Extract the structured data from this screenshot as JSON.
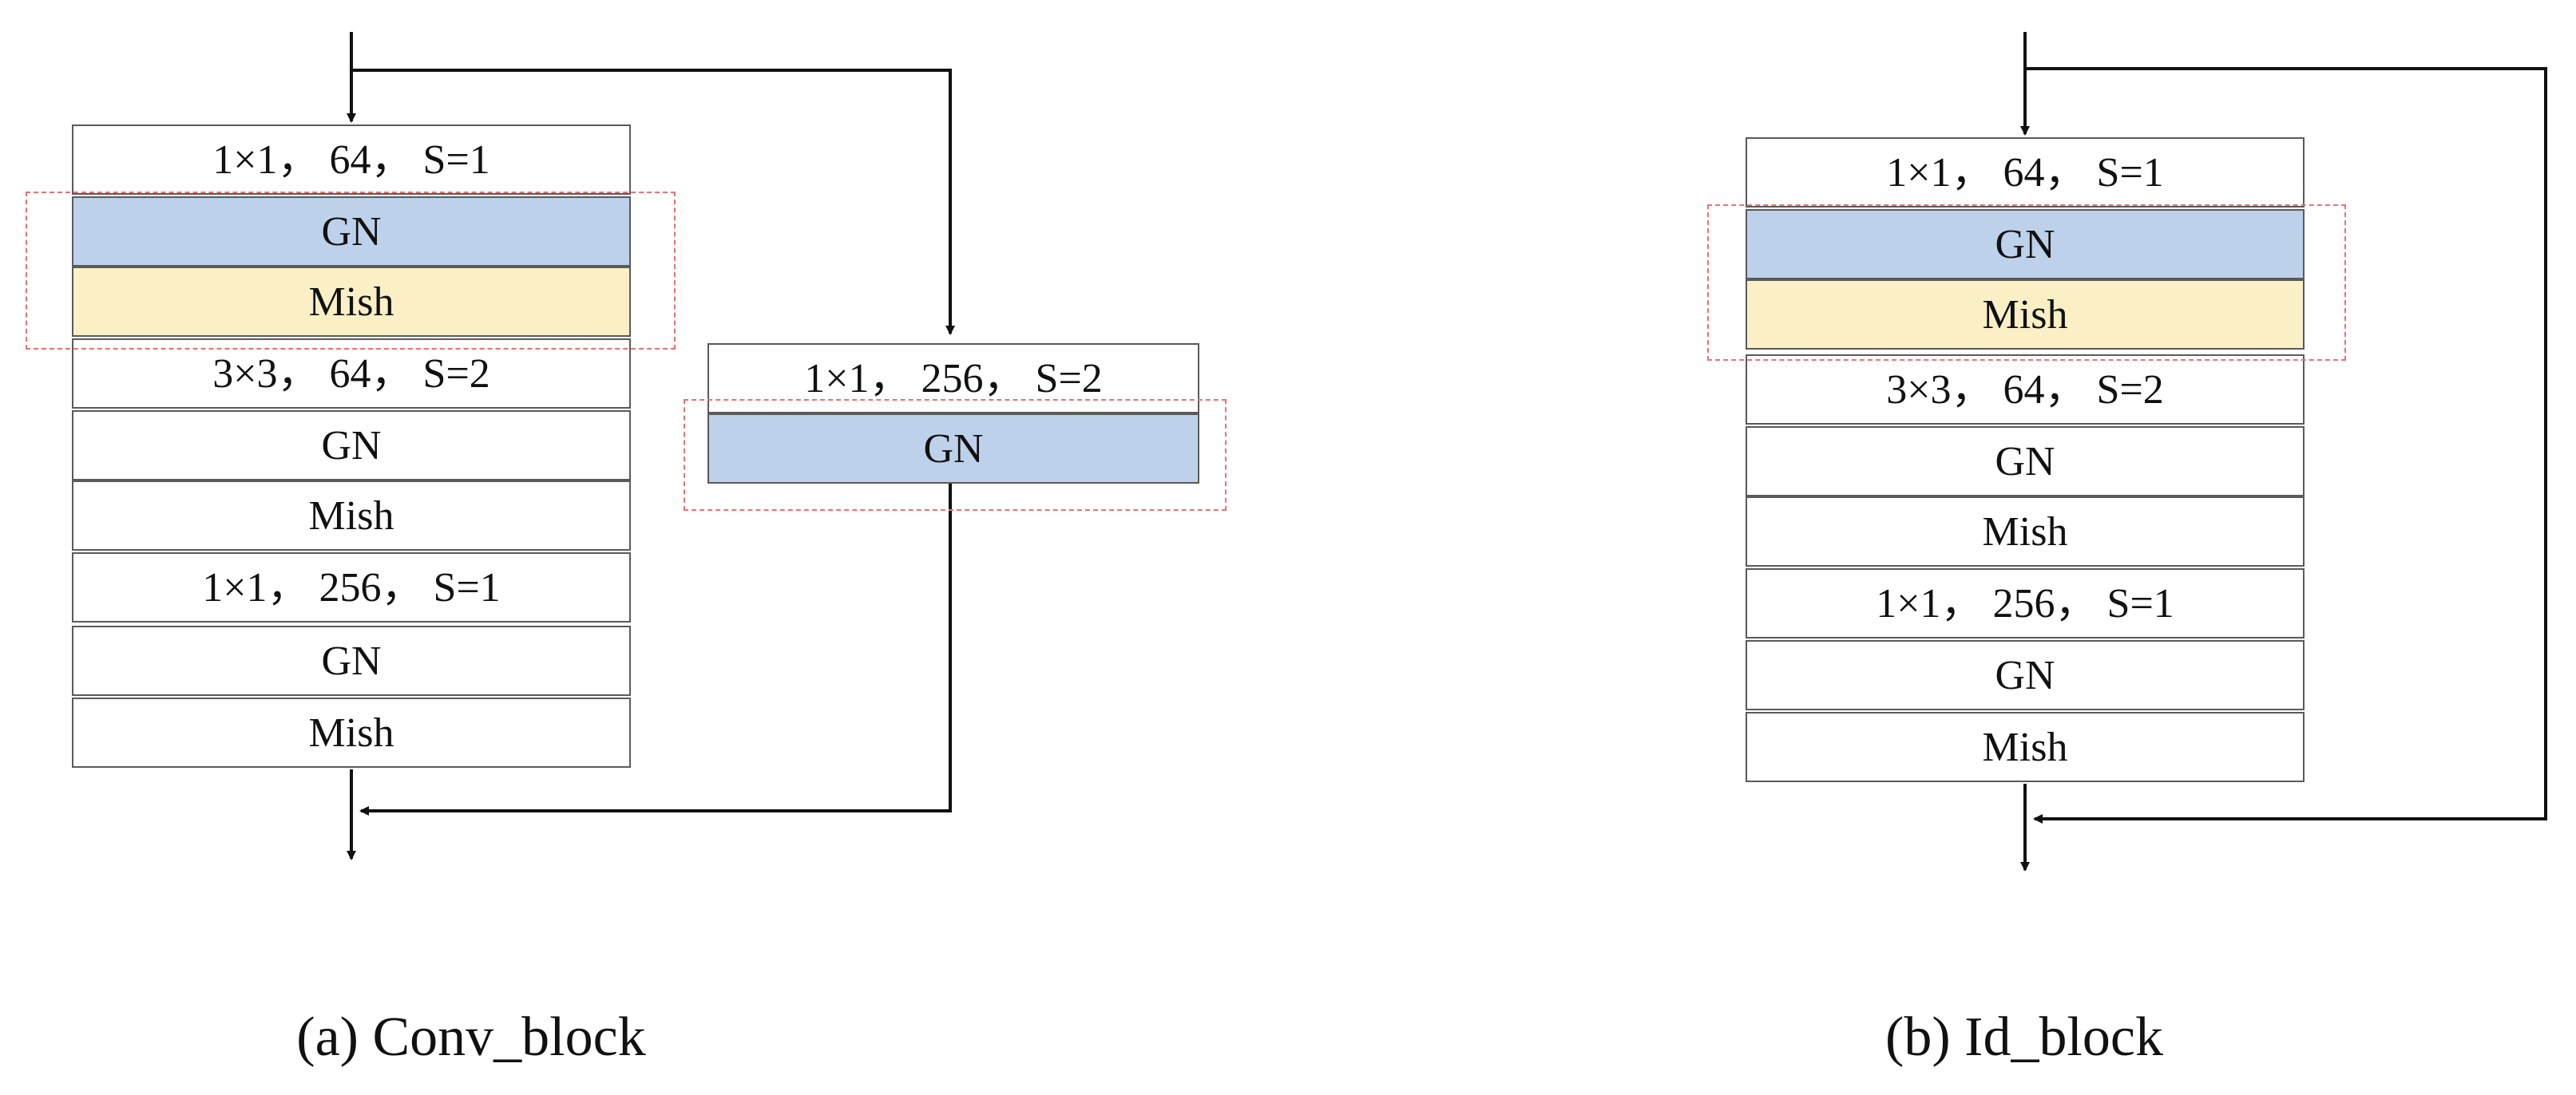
{
  "conv_block": {
    "caption": "(a) Conv_block",
    "main_path": [
      {
        "label": "1×1， 64， S=1",
        "kind": "conv"
      },
      {
        "label": "GN",
        "kind": "gn"
      },
      {
        "label": "Mish",
        "kind": "mish"
      },
      {
        "label": "3×3， 64， S=2",
        "kind": "conv"
      },
      {
        "label": "GN",
        "kind": "plain"
      },
      {
        "label": "Mish",
        "kind": "plain"
      },
      {
        "label": "1×1， 256， S=1",
        "kind": "conv"
      },
      {
        "label": "GN",
        "kind": "plain"
      },
      {
        "label": "Mish",
        "kind": "plain"
      }
    ],
    "shortcut": [
      {
        "label": "1×1， 256， S=2",
        "kind": "conv"
      },
      {
        "label": "GN",
        "kind": "gn"
      }
    ]
  },
  "id_block": {
    "caption": "(b) Id_block",
    "main_path": [
      {
        "label": "1×1， 64， S=1",
        "kind": "conv"
      },
      {
        "label": "GN",
        "kind": "gn"
      },
      {
        "label": "Mish",
        "kind": "mish"
      },
      {
        "label": "3×3， 64， S=2",
        "kind": "conv"
      },
      {
        "label": "GN",
        "kind": "plain"
      },
      {
        "label": "Mish",
        "kind": "plain"
      },
      {
        "label": "1×1， 256， S=1",
        "kind": "conv"
      },
      {
        "label": "GN",
        "kind": "plain"
      },
      {
        "label": "Mish",
        "kind": "plain"
      }
    ]
  },
  "colors": {
    "gn_fill": "#bdd1ea",
    "mish_fill": "#fbefc6",
    "highlight_dash": "#ee6f73",
    "line": "#111111"
  }
}
